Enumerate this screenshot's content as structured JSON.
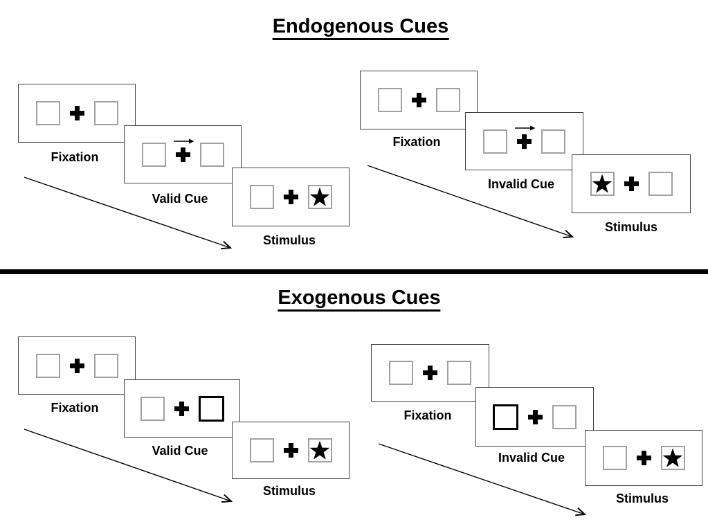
{
  "canvas": {
    "background": "#ffffff"
  },
  "colors": {
    "ink": "#000000",
    "card_border": "#3f3f3f",
    "box_border": "#a0a0a0"
  },
  "sections": [
    {
      "title": "Endogenous Cues",
      "cue_style": "central arrow above fixation cross",
      "panels": [
        {
          "name": "valid",
          "cue_direction": "right",
          "target_side": "right",
          "cards": [
            {
              "label": "Fixation"
            },
            {
              "label": "Valid Cue"
            },
            {
              "label": "Stimulus"
            }
          ]
        },
        {
          "name": "invalid",
          "cue_direction": "right",
          "target_side": "left",
          "cards": [
            {
              "label": "Fixation"
            },
            {
              "label": "Invalid Cue"
            },
            {
              "label": "Stimulus"
            }
          ]
        }
      ]
    },
    {
      "title": "Exogenous Cues",
      "cue_style": "peripheral bold box highlight",
      "panels": [
        {
          "name": "valid",
          "cue_side": "right",
          "target_side": "right",
          "cards": [
            {
              "label": "Fixation"
            },
            {
              "label": "Valid Cue"
            },
            {
              "label": "Stimulus"
            }
          ]
        },
        {
          "name": "invalid",
          "cue_side": "left",
          "target_side": "right",
          "cards": [
            {
              "label": "Fixation"
            },
            {
              "label": "Invalid Cue"
            },
            {
              "label": "Stimulus"
            }
          ]
        }
      ]
    }
  ]
}
